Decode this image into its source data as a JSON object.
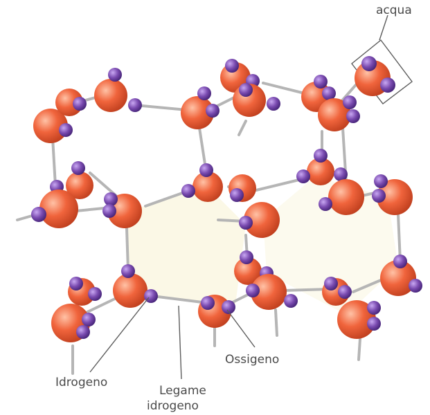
{
  "labels": {
    "water": "acqua",
    "hydrogen": "Idrogeno",
    "bond_line1": "Legame",
    "bond_line2": "idrogeno",
    "oxygen": "Ossigeno"
  },
  "colors": {
    "oxygen": "#f0643c",
    "hydrogen": "#7a4bb0",
    "bond": "#b5b5b5",
    "ring_fill": "#fbf8e6",
    "text": "#4a4a4a"
  }
}
